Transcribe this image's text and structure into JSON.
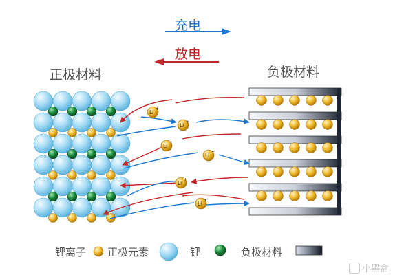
{
  "labels": {
    "charge": "充电",
    "discharge": "放电",
    "cathode_material": "正极材料",
    "anode_material": "负极材料"
  },
  "legend": [
    {
      "label": "锂离子",
      "icon": "lithium-ion-icon"
    },
    {
      "label": "正极元素",
      "icon": "cathode-element-icon"
    },
    {
      "label": "锂",
      "icon": "lithium-icon"
    },
    {
      "label": "负极材料",
      "icon": "anode-material-icon"
    }
  ],
  "ion_symbol": "Li",
  "ion_charge": "+",
  "watermark": "小黑盒",
  "colors": {
    "charge_arrow": "#1f78d1",
    "discharge_arrow": "#c0282a",
    "lithium_sphere": "#a8dcf5",
    "cathode_element": "#1a8a3c",
    "lithium_ion": "#f0b82a",
    "anode_layer_dark": "#2a3140",
    "anode_layer_light": "#e6e9ee"
  }
}
